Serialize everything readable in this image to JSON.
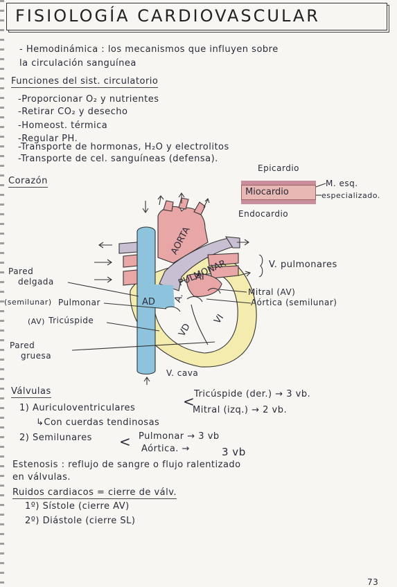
{
  "title": "FISIOLOGÍA CARDIOVASCULAR",
  "intro": {
    "line1": "- Hemodinámica : los mecanismos que influyen sobre",
    "line2": "la circulación sanguínea"
  },
  "functions": {
    "heading": "Funciones del sist. circulatorio",
    "items": [
      "-Proporcionar O₂ y nutrientes",
      "-Retirar CO₂ y desecho",
      "-Homeost. térmica",
      "-Regular PH.",
      "-Transporte de hormonas, H₂O y electrolitos",
      "-Transporte de cel. sanguíneas (defensa)."
    ]
  },
  "heart": {
    "heading": "Corazón",
    "layers": {
      "epicardio": "Epicardio",
      "miocardio": "Miocardio",
      "endocardio": "Endocardio",
      "m_esq": "M. esq.",
      "especializado": "especializado."
    },
    "diagram": {
      "aorta": "AORTA",
      "pulmonar": "PULMONAR",
      "ai": "AI",
      "ad": "AD",
      "a": "A.",
      "vd": "VD",
      "vi": "VI",
      "v_pulmonares": "V. pulmonares",
      "pared_delgada_1": "Pared",
      "pared_delgada_2": "delgada",
      "semilunar_tag": "(semilunar)",
      "pulmonar_valve": "Pulmonar",
      "av_tag": "(AV)",
      "tricuspide": "Tricúspide",
      "pared_gruesa_1": "Pared",
      "pared_gruesa_2": "gruesa",
      "mitral": "Mitral (AV)",
      "aortica": "Aórtica (semilunar)",
      "v_cava": "V. cava"
    }
  },
  "valves": {
    "heading": "Válvulas",
    "row1_label": "1) Auriculoventriculares",
    "row1_a": "Tricúspide (der.) → 3 vb.",
    "row1_b": "Mitral (izq.) → 2 vb.",
    "row1_note": "↳Con cuerdas tendinosas",
    "row2_label": "2) Semilunares",
    "row2_a": "Pulmonar → 3 vb",
    "row2_b": "Aórtica. →",
    "row2_b_val": "3 vb"
  },
  "stenosis": {
    "line1": "Estenosis : reflujo de sangre o flujo ralentizado",
    "line2": "en válvulas."
  },
  "sounds": {
    "heading": "Ruidos cardiacos = cierre de válv.",
    "items": [
      "1º) Sístole (cierre AV)",
      "2º) Diástole (cierre SL)"
    ]
  },
  "page_number": "73",
  "colors": {
    "ink": "#2a2a3a",
    "vein_blue": "#8ec3dd",
    "artery_pink": "#e9a6a6",
    "pulmonary_lilac": "#c9bfd2",
    "wall_yellow": "#f3ecae"
  }
}
